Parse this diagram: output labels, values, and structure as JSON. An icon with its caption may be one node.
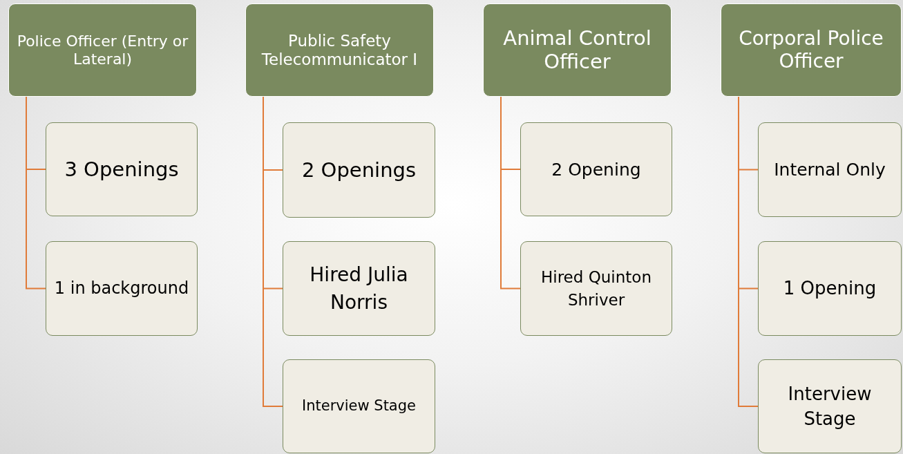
{
  "diagram": {
    "nodes": [
      {
        "text": [
          "Police Officer (Entry or Lateral)"
        ]
      },
      {
        "text": [
          "3 Openings"
        ]
      },
      {
        "text": [
          "1 in background"
        ]
      },
      {
        "text": [
          "Public Safety Telecommunicator I"
        ]
      },
      {
        "text": [
          "2 Openings"
        ]
      },
      {
        "text": [
          "Hired Julia Norris"
        ]
      },
      {
        "text": [
          "Interview Stage"
        ]
      },
      {
        "text": [
          "Animal Control Officer"
        ]
      },
      {
        "text": [
          "2 Opening"
        ]
      },
      {
        "text": [
          "Hired Quinton Shriver"
        ]
      },
      {
        "text": [
          "Corporal Police Officer"
        ]
      },
      {
        "text": [
          "Internal Only"
        ]
      },
      {
        "text": [
          "1 Opening"
        ]
      },
      {
        "text": [
          "Interview Stage"
        ]
      }
    ],
    "edges": [
      {
        "from": 0,
        "to": 1,
        "arrow": "none"
      },
      {
        "from": 0,
        "to": 2,
        "arrow": "none"
      },
      {
        "from": 3,
        "to": 4,
        "arrow": "none"
      },
      {
        "from": 3,
        "to": 5,
        "arrow": "none"
      },
      {
        "from": 3,
        "to": 6,
        "arrow": "none"
      },
      {
        "from": 7,
        "to": 8,
        "arrow": "none"
      },
      {
        "from": 7,
        "to": 9,
        "arrow": "none"
      },
      {
        "from": 10,
        "to": 11,
        "arrow": "none"
      },
      {
        "from": 10,
        "to": 12,
        "arrow": "none"
      },
      {
        "from": 10,
        "to": 13,
        "arrow": "none"
      }
    ]
  }
}
